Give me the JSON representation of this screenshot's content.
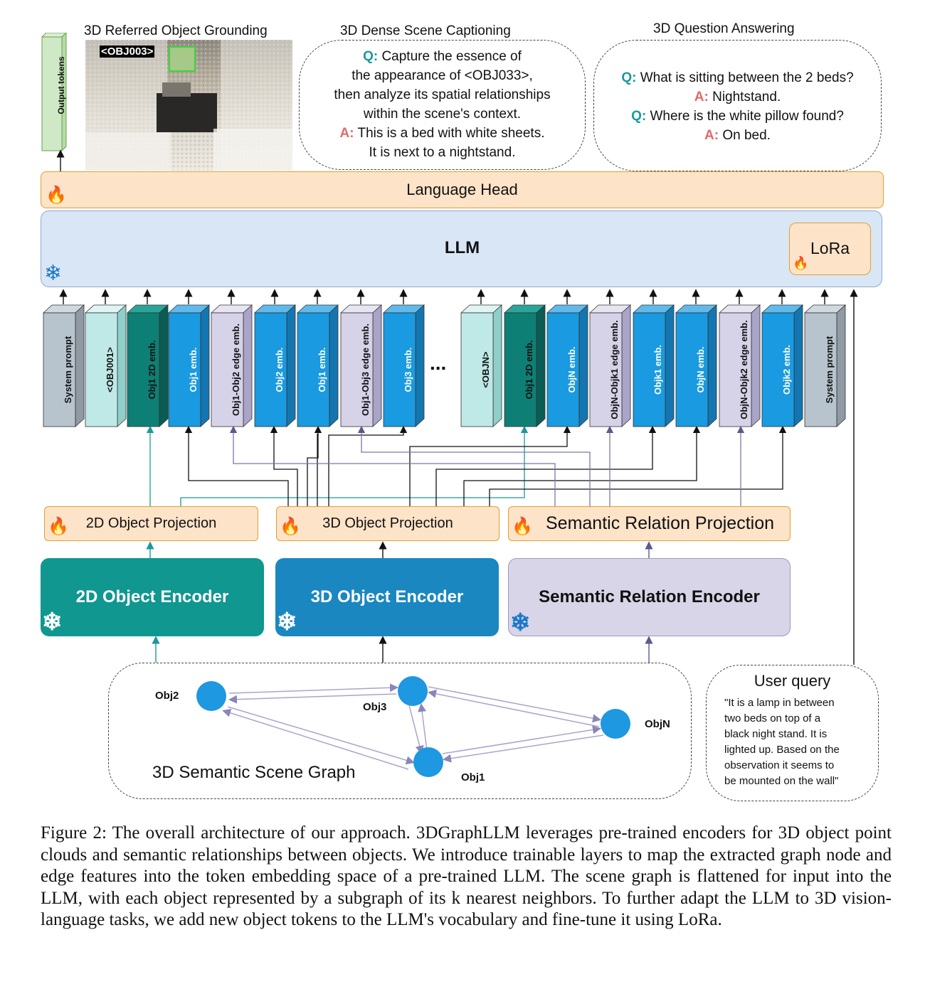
{
  "sections": {
    "grounding_title": "3D Referred Object Grounding",
    "grounding_obj_tag": "<OBJ003>",
    "captioning_title": "3D Dense Scene Captioning",
    "qa_title": "3D Question Answering"
  },
  "captioning": {
    "q_label": "Q:",
    "q_line1": " Capture the essence of",
    "q_line2": "the appearance of <OBJ033>,",
    "q_line3": "then analyze its spatial relationships",
    "q_line4": "within the scene's context.",
    "a_label": "A:",
    "a_line1": " This is a bed with white sheets.",
    "a_line2": "It is next to a nightstand."
  },
  "qa": {
    "q1_label": "Q:",
    "q1_text": " What is sitting between the 2 beds?",
    "a1_label": "A:",
    "a1_text": " Nightstand.",
    "q2_label": "Q:",
    "q2_text": " Where is the white pillow found?",
    "a2_label": "A:",
    "a2_text": " On bed."
  },
  "output_tokens": "Output tokens",
  "language_head": "Language Head",
  "llm": {
    "label": "LLM",
    "lora": "LoRa"
  },
  "tokens": [
    {
      "label": "System prompt",
      "type": "gray"
    },
    {
      "label": "<OBJ001>",
      "type": "mint"
    },
    {
      "label": "Obj1 2D emb.",
      "type": "teal"
    },
    {
      "label": "Obj1 emb.",
      "type": "blue"
    },
    {
      "label": "Obj1-Obj2 edge emb.",
      "type": "lav"
    },
    {
      "label": "Obj2 emb.",
      "type": "blue"
    },
    {
      "label": "Obj1 emb.",
      "type": "blue"
    },
    {
      "label": "Obj1-Obj3 edge emb.",
      "type": "lav"
    },
    {
      "label": "Obj3 emb.",
      "type": "blue"
    },
    {
      "label": "<OBJN>",
      "type": "mint"
    },
    {
      "label": "Obj1 2D emb.",
      "type": "teal"
    },
    {
      "label": "ObjN emb.",
      "type": "blue"
    },
    {
      "label": "ObjN-Objk1 edge emb.",
      "type": "lav"
    },
    {
      "label": "Objk1 emb.",
      "type": "blue"
    },
    {
      "label": "ObjN emb.",
      "type": "blue"
    },
    {
      "label": "ObjN-Objk2 edge emb.",
      "type": "lav"
    },
    {
      "label": "Objk2 emb.",
      "type": "blue"
    },
    {
      "label": "System prompt",
      "type": "gray"
    }
  ],
  "ellipsis": "...",
  "projections": {
    "p2d": "2D Object Projection",
    "p3d": "3D Object Projection",
    "psem": "Semantic Relation Projection"
  },
  "encoders": {
    "e2d": "2D Object Encoder",
    "e3d": "3D Object Encoder",
    "esem": "Semantic Relation Encoder"
  },
  "graph": {
    "title": "3D Semantic Scene Graph",
    "nodes": [
      "Obj2",
      "Obj3",
      "ObjN",
      "Obj1"
    ]
  },
  "user_query": {
    "title": "User query",
    "line1": "\"It is a lamp in between",
    "line2": "two beds on top of a",
    "line3": "black night stand.  It is",
    "line4": "lighted up. Based on the",
    "line5": "observation it seems to",
    "line6": "be mounted on the wall\""
  },
  "caption": "Figure 2:  The overall architecture of our approach. 3DGraphLLM leverages pre-trained encoders for 3D object point clouds and semantic relationships between objects. We introduce trainable layers to map the extracted graph node and edge features into the token embedding space of a pre-trained LLM. The scene graph is flattened for input into the LLM, with each object represented by a subgraph of its k nearest neighbors. To further adapt the LLM to 3D vision-language tasks, we add new object tokens to the LLM's vocabulary and fine-tune it using LoRa.",
  "colors": {
    "teal_enc": "#0f9790",
    "blue_enc": "#1a87c0",
    "lav_enc": "#d9d5e8",
    "orange_fill": "#fde3c8",
    "llm_fill": "#d9e6f6",
    "token_blue": "#1a9ae0",
    "token_teal": "#0e7f74",
    "token_mint": "#bfe9e6",
    "token_lav": "#d6d2e8",
    "token_gray": "#b8c4cf"
  }
}
